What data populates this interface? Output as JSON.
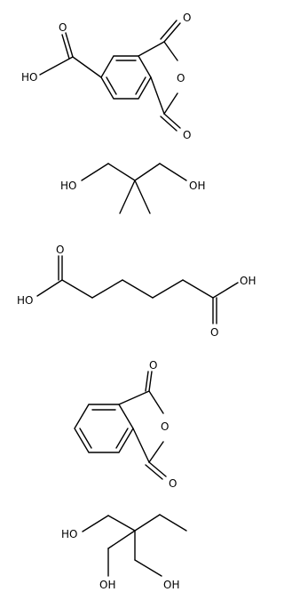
{
  "molecules": [
    {
      "name": "trimellitic anhydride",
      "labels": {
        "oh": "HO",
        "o_top": "O",
        "o_ring": "O",
        "o_bottom": "O"
      }
    },
    {
      "name": "neopentyl glycol",
      "labels": {
        "oh_left": "HO",
        "oh_right": "OH"
      }
    },
    {
      "name": "adipic acid",
      "labels": {
        "o_top": "O",
        "oh_right": "OH",
        "oh_left": "HO",
        "o_bottom": "O"
      }
    },
    {
      "name": "phthalic anhydride",
      "labels": {
        "o_top": "O",
        "o_ring": "O",
        "o_bottom": "O"
      }
    },
    {
      "name": "trimethylolpropane",
      "labels": {
        "oh_top": "HO",
        "oh_left": "OH",
        "oh_right": "OH"
      }
    }
  ]
}
